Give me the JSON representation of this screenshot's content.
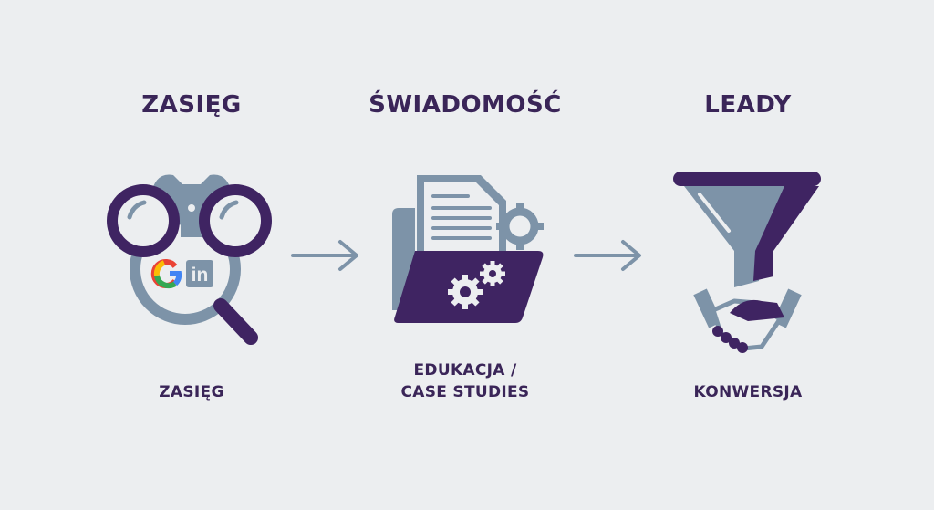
{
  "stages": [
    {
      "title": "ZASIĘG",
      "label": "ZASIĘG",
      "icon": "binoculars-magnifier-icon"
    },
    {
      "title": "ŚWIADOMOŚĆ",
      "label_line1": "EDUKACJA /",
      "label_line2": "CASE STUDIES",
      "icon": "folder-document-gears-icon"
    },
    {
      "title": "LEADY",
      "label": "KONWERSJA",
      "icon": "funnel-handshake-icon"
    }
  ],
  "arrows": [
    "arrow-right-icon",
    "arrow-right-icon"
  ],
  "logos": {
    "google": "G",
    "linkedin": "in"
  },
  "colors": {
    "primary": "#3f2462",
    "secondary": "#7d93a8",
    "background": "#eceef0"
  }
}
